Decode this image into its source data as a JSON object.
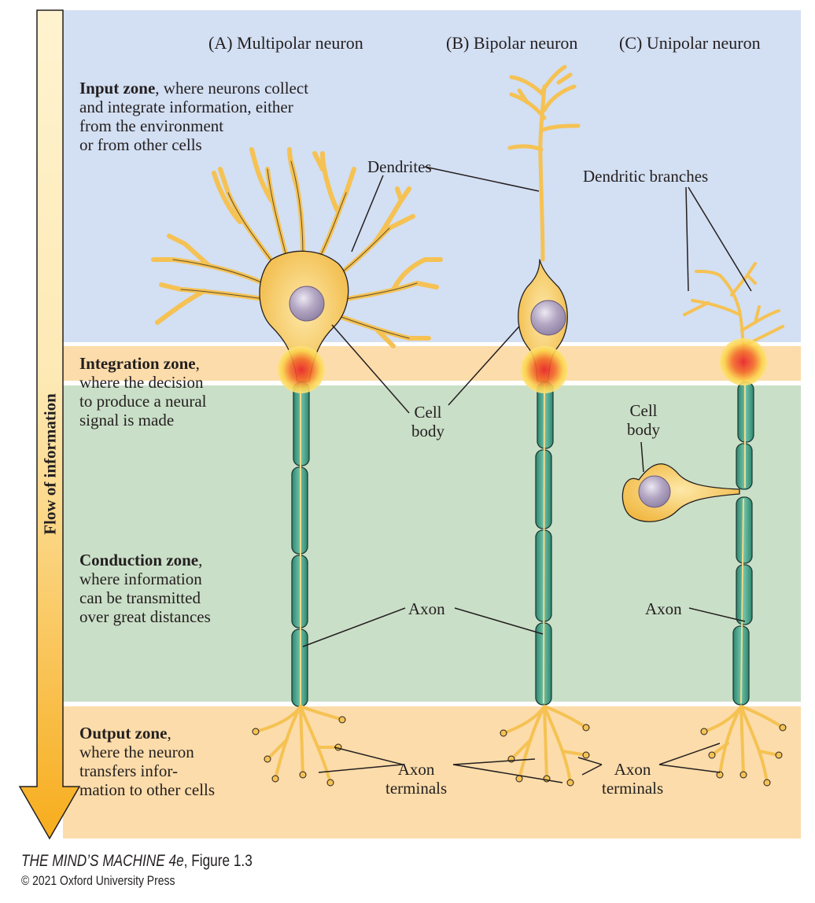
{
  "figure": {
    "flow_label": "Flow of information",
    "neuron_types": [
      {
        "label": "(A)  Multipolar neuron"
      },
      {
        "label": "(B)  Bipolar neuron"
      },
      {
        "label": "(C)  Unipolar neuron"
      }
    ],
    "zones": [
      {
        "name": "Input zone",
        "rest": ", where neurons collect",
        "lines": [
          "and integrate information, either",
          "from the environment",
          "or from other cells"
        ],
        "color": "#d3dff2"
      },
      {
        "name": "Integration zone",
        "rest": ",",
        "lines": [
          "where the decision",
          "to produce a neural",
          "signal is made"
        ],
        "color": "#fcdcaa"
      },
      {
        "name": "Conduction zone",
        "rest": ",",
        "lines": [
          "where information",
          "can be transmitted",
          "over great distances"
        ],
        "color": "#cadfc7"
      },
      {
        "name": "Output zone",
        "rest": ",",
        "lines": [
          "where the neuron",
          "transfers infor-",
          "mation to other cells"
        ],
        "color": "#fcdcaa"
      }
    ],
    "labels": {
      "dendrites": "Dendrites",
      "dendritic_branches": "Dendritic branches",
      "cell_body_1": "Cell",
      "cell_body_2": "body",
      "axon": "Axon",
      "axon_terminals_1": "Axon",
      "axon_terminals_2": "terminals"
    },
    "colors": {
      "neuron_fill": "#f5c253",
      "nucleus": "#a99bb8",
      "myelin": "#3f9f86",
      "spark": "#e8242f",
      "arrow": "#f8b32b"
    }
  },
  "caption": {
    "title_italic": "THE MIND’S MACHINE 4e",
    "title_rest": ", Figure 1.3",
    "copyright": "© 2021 Oxford University Press"
  }
}
